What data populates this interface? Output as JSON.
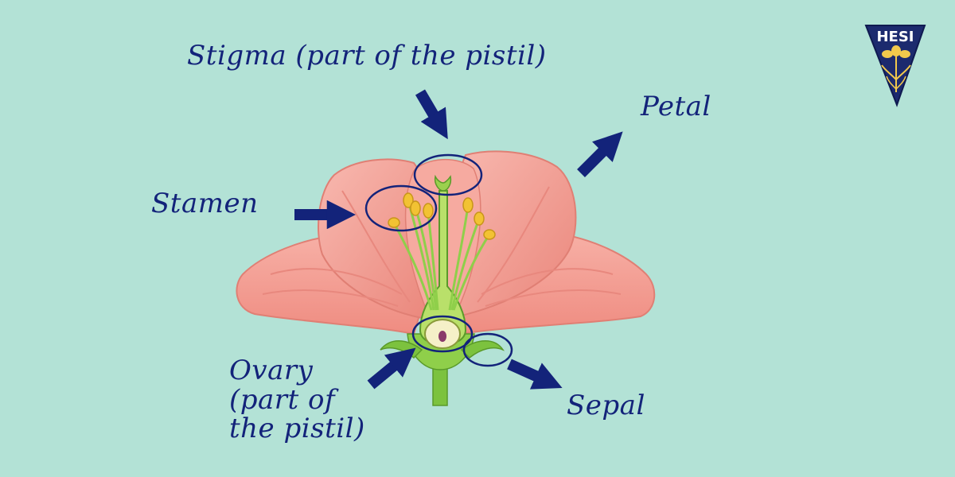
{
  "labels": {
    "stigma": "Stigma (part of the pistil)",
    "petal": "Petal",
    "stamen": "Stamen",
    "ovary": [
      "Ovary",
      "(part of",
      "the pistil)"
    ],
    "sepal": "Sepal"
  },
  "logo": {
    "text": "HESI"
  },
  "colors": {
    "background": "#b3e2d6",
    "label": "#13237a",
    "petal_fill": "#f39a8e",
    "petal_shadow": "#e57a70",
    "stem": "#7cc23e",
    "stamen_head": "#f2c233",
    "logo_navy": "#1c2a6e",
    "logo_gold": "#f2c94c"
  }
}
